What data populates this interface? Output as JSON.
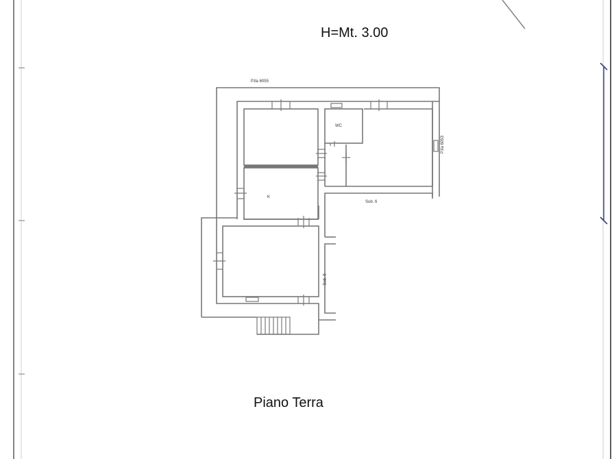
{
  "drawing": {
    "height_label": "H=Mt. 3.00",
    "floor_label": "Piano Terra",
    "room_labels": {
      "wc": "WC",
      "k": "K",
      "parcel_top": "P.lla 6055",
      "parcel_right": "P.lla 6053",
      "sub_horizontal": "Sub. 6",
      "sub_vertical": "Sub. 6"
    },
    "colors": {
      "lines": "#555555",
      "dimension": "#3a3a8c"
    }
  }
}
